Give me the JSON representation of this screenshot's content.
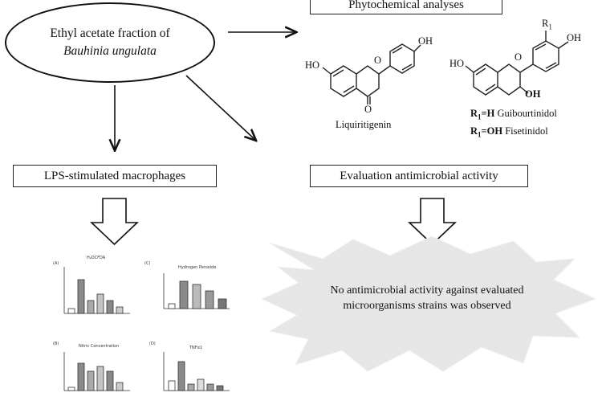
{
  "source": {
    "line1": "Ethyl acetate fraction of",
    "line2": "Bauhinia ungulata"
  },
  "boxes": {
    "phytochemical": "Phytochemical analyses",
    "lps": "LPS-stimulated macrophages",
    "antimicrobial": "Evaluation antimicrobial activity"
  },
  "compounds": {
    "liquiritigenin": "Liquiritigenin",
    "r1": "R",
    "r1_sub": "1",
    "oh_labels": [
      "HO",
      "OH",
      "HO",
      "OH",
      "OH"
    ],
    "o_label": "O",
    "guibourtinidol_r": "R",
    "guibourtinidol_sub": "1",
    "guibourtinidol_eq": "=H",
    "guibourtinidol": "Guibourtinidol",
    "fisetinidol_r": "R",
    "fisetinidol_sub": "1",
    "fisetinidol_eq": "=OH",
    "fisetinidol": "Fisetinidol"
  },
  "result": {
    "line1": "No antimicrobial activity against evaluated",
    "line2": "microorganisms strains was observed"
  },
  "charts": {
    "a": {
      "tag": "(A)",
      "title": "H₂DCFDA"
    },
    "c": {
      "tag": "(C)",
      "title": "Hydrogen Peroxide"
    },
    "b": {
      "tag": "(B)",
      "title": "Nitric Concentration"
    },
    "d": {
      "tag": "(D)",
      "title": "TNFα1"
    }
  },
  "colors": {
    "line": "#222222",
    "burst": "#e6e6e6"
  }
}
